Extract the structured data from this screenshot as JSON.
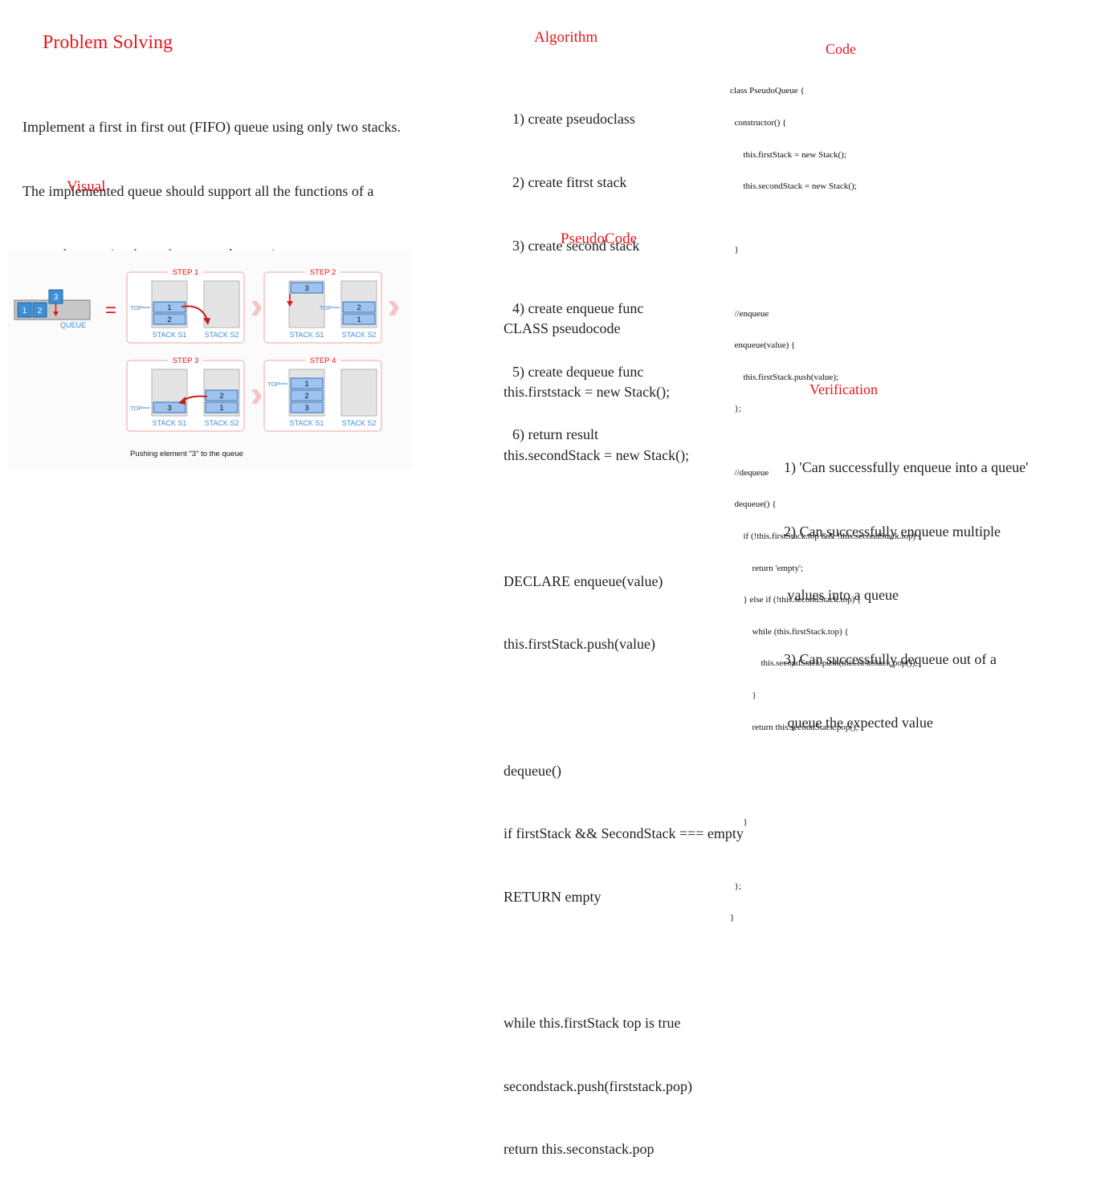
{
  "problem": {
    "title": "Problem Solving",
    "description": [
      "Implement a first in first out (FIFO) queue using only two stacks.",
      "The implemented queue should support all the functions of a",
      " normal queue (push, peek, pop, and empty)."
    ]
  },
  "visual": {
    "title": "Visual",
    "queue_label": "QUEUE",
    "queue_items": [
      "1",
      "2"
    ],
    "incoming_item": "3",
    "equals": "=",
    "top_label": "TOP",
    "stack_labels": [
      "STACK S1",
      "STACK S2"
    ],
    "steps": [
      {
        "title": "STEP 1",
        "s1": [
          "1",
          "2"
        ],
        "s2": [],
        "floating": ""
      },
      {
        "title": "STEP 2",
        "s1": [],
        "s2": [
          "2",
          "1"
        ],
        "floating": "3"
      },
      {
        "title": "STEP 3",
        "s1": [
          "3"
        ],
        "s2": [
          "2",
          "1"
        ],
        "floating": ""
      },
      {
        "title": "STEP 4",
        "s1": [
          "1",
          "2",
          "3"
        ],
        "s2": [],
        "floating": ""
      }
    ],
    "caption": "Pushing element \"3\" to the queue"
  },
  "algorithm": {
    "title": "Algorithm",
    "steps": [
      "1) create pseudoclass",
      "2) create fitrst stack",
      "3) create second stack",
      "4) create enqueue func",
      "5) create dequeue func",
      "6) return result"
    ]
  },
  "pseudocode": {
    "title": "PseudoCode",
    "lines": [
      "CLASS pseudocode",
      "this.firststack = new Stack();",
      "this.secondStack = new Stack();",
      "",
      "DECLARE enqueue(value)",
      "this.firstStack.push(value)",
      "",
      "dequeue()",
      "if firstStack && SecondStack === empty",
      "RETURN empty",
      "",
      "while this.firstStack top is true",
      "secondstack.push(firststack.pop)",
      "return this.seconstack.pop"
    ]
  },
  "code": {
    "title": "Code",
    "lines": [
      "class PseudoQueue {",
      "  constructor() {",
      "      this.firstStack = new Stack();",
      "      this.secondStack = new Stack();",
      "",
      "  }",
      "",
      "  //enqueue",
      "  enqueue(value) {",
      "      this.firstStack.push(value);",
      "  };",
      "",
      "  //dequeue",
      "  dequeue() {",
      "      if (!this.firstStack.top && !this.secondStack.top) {",
      "          return 'empty';",
      "      } else if (!this.secondStack.top) {",
      "          while (this.firstStack.top) {",
      "              this.secondStack.push(this.firstStack.pop());",
      "          }",
      "          return this.secondStack.pop();",
      "",
      "",
      "      }",
      "",
      "  };",
      "}"
    ]
  },
  "verification": {
    "title": "Verification",
    "items": [
      "1) 'Can successfully enqueue into a queue'",
      "2) Can successfully enqueue multiple",
      " values into a queue",
      "3) Can successfully dequeue out of a",
      " queue the expected value"
    ]
  },
  "colors": {
    "heading_red": "#e8161b",
    "diagram_blue": "#3d8fd6",
    "box_blue": "#9fc3ef",
    "step_border": "#f2a6a6",
    "stack_gray": "#e4e4e4"
  }
}
